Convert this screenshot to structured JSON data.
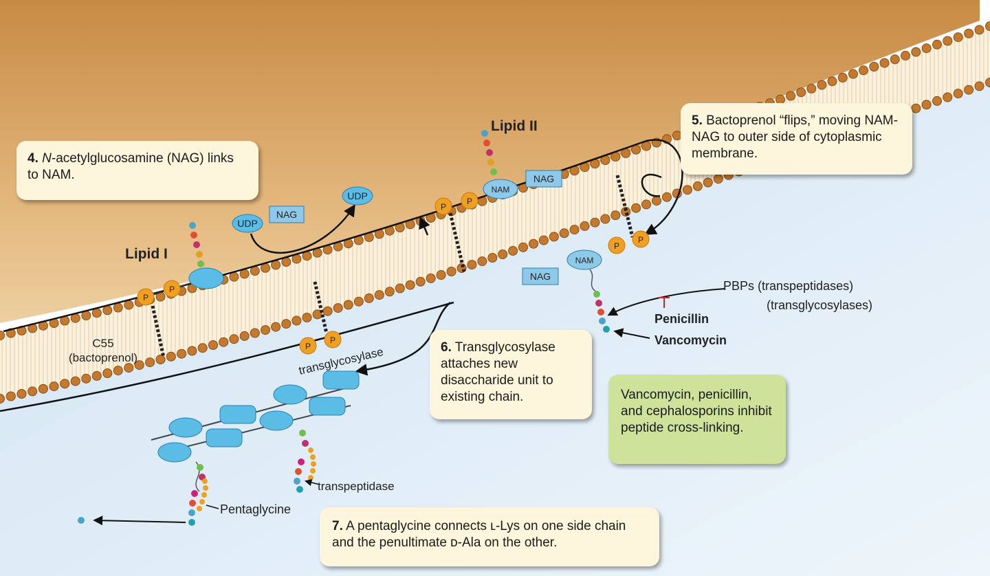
{
  "labels": {
    "lipid_i": "Lipid I",
    "lipid_ii": "Lipid II",
    "c55": "C55",
    "bactoprenol": "(bactoprenol)",
    "transglycosylase": "transglycosylase",
    "transpeptidase": "transpeptidase",
    "pentaglycine": "Pentaglycine",
    "pbps": "PBPs (transpeptidases)",
    "transglycosylases": "(transglycosylases)",
    "penicillin": "Penicillin",
    "vancomycin": "Vancomycin",
    "udp": "UDP",
    "nag": "NAG",
    "nam": "NAM",
    "p": "P"
  },
  "boxes": {
    "step4_num": "4.",
    "step4_italic": "N",
    "step4_text": "-acetylglucosamine (NAG) links to NAM.",
    "step5_num": "5.",
    "step5_text": "Bactoprenol “flips,” moving NAM-NAG to outer side of cytoplasmic membrane.",
    "step6_num": "6.",
    "step6_text": "Transglycosylase attaches new disaccharide unit to existing chain.",
    "green_text": "Vancomycin, penicillin, and cephalosporins inhibit peptide cross-linking.",
    "step7_num": "7.",
    "step7_text": "A pentaglycine connects ʟ-Lys on one side chain and the penultimate ᴅ-Ala on the other."
  },
  "colors": {
    "cytoplasm": "#d9a65f",
    "periplasm": "#cfe3f2",
    "head": "#c47a2e",
    "sugar": "#5bbde6",
    "phosphate": "#f0a020",
    "green_box": "#cfe29a",
    "note_box": "#fdf6dc"
  }
}
